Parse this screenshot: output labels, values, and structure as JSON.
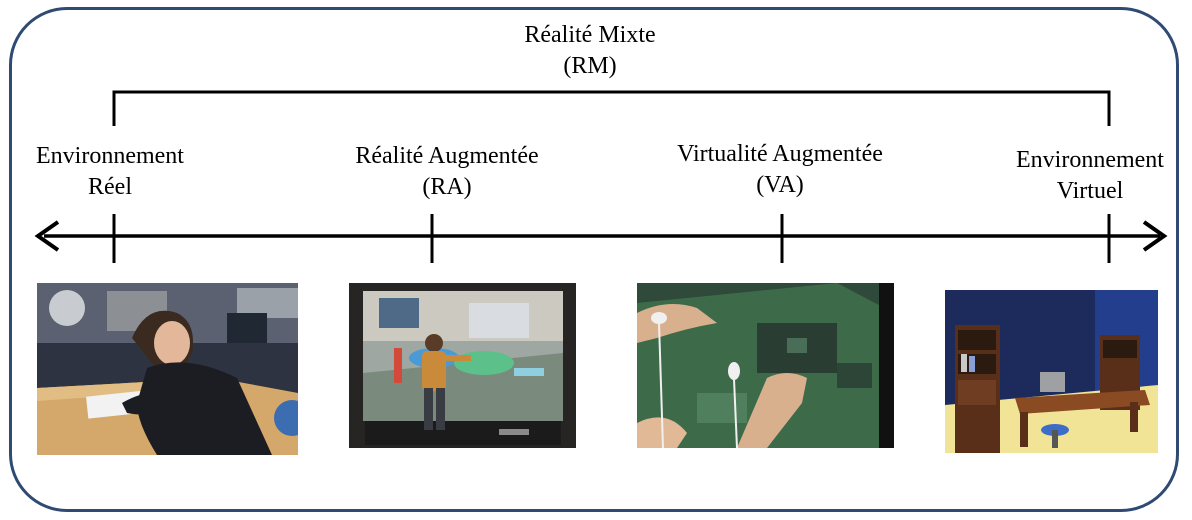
{
  "title": {
    "line1": "Réalité Mixte",
    "line2": "(RM)"
  },
  "stages": [
    {
      "line1": "Environnement",
      "line2": "Réel"
    },
    {
      "line1": "Réalité Augmentée",
      "line2": "(RA)"
    },
    {
      "line1": "Virtualité Augmentée",
      "line2": "(VA)"
    },
    {
      "line1": "Environnement",
      "line2": "Virtuel"
    }
  ],
  "colors": {
    "frame": "#2f4b73",
    "axis": "#000000"
  },
  "images": [
    {
      "subject": "person writing at a desk in a real office"
    },
    {
      "subject": "person in front of a projection screen with augmented objects"
    },
    {
      "subject": "real hands interacting with a virtual terrain"
    },
    {
      "subject": "fully virtual 3D office scene"
    }
  ]
}
